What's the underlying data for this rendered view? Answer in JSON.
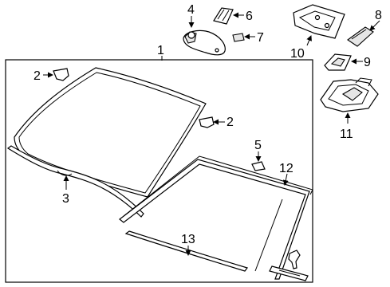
{
  "diagram": {
    "callouts": {
      "c1": "1",
      "c2a": "2",
      "c2b": "2",
      "c3": "3",
      "c4": "4",
      "c5": "5",
      "c6": "6",
      "c7": "7",
      "c8": "8",
      "c9": "9",
      "c10": "10",
      "c11": "11",
      "c12": "12",
      "c13": "13"
    }
  }
}
